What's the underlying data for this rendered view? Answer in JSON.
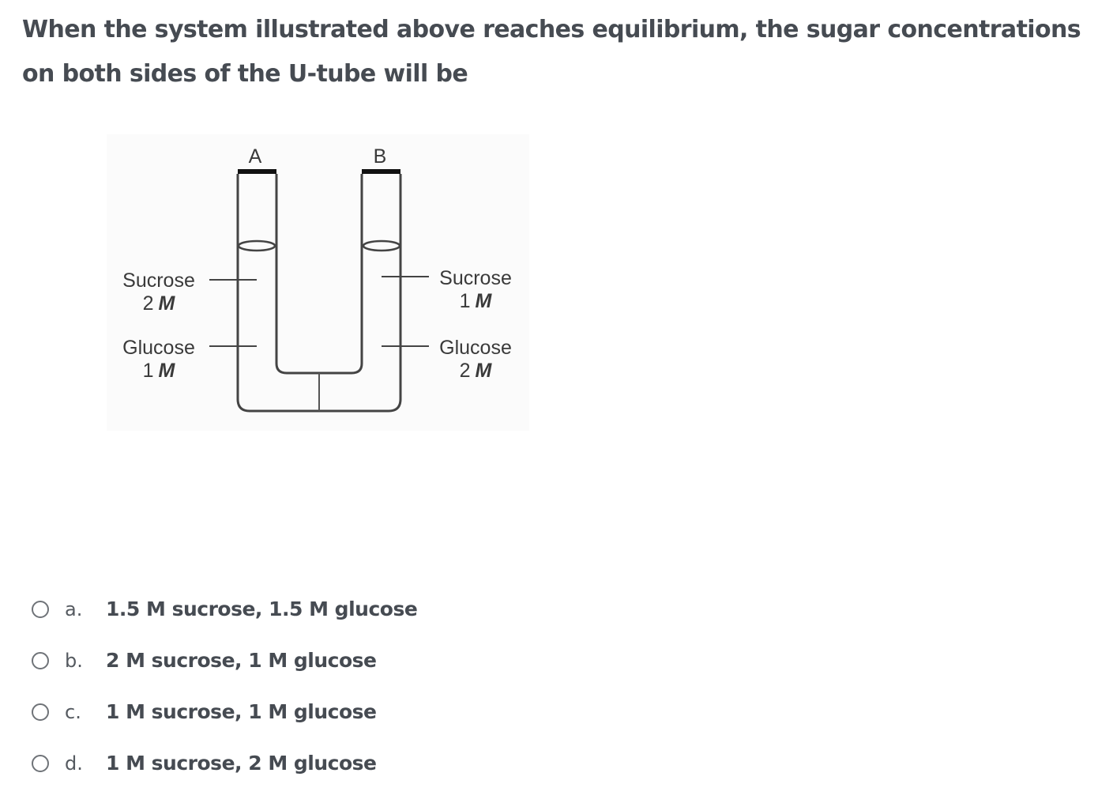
{
  "question": {
    "text": "When the system illustrated above reaches equilibrium, the sugar concentrations on both sides of the U-tube will be"
  },
  "figure": {
    "label_a": "A",
    "label_b": "B",
    "left": {
      "sucrose_label": "Sucrose",
      "sucrose_value": "2",
      "glucose_label": "Glucose",
      "glucose_value": "1",
      "unit": "M"
    },
    "right": {
      "sucrose_label": "Sucrose",
      "sucrose_value": "1",
      "glucose_label": "Glucose",
      "glucose_value": "2",
      "unit": "M"
    }
  },
  "options": [
    {
      "letter": "a.",
      "text": "1.5 M sucrose, 1.5 M glucose"
    },
    {
      "letter": "b.",
      "text": "2 M sucrose, 1 M glucose"
    },
    {
      "letter": "c.",
      "text": "1 M sucrose, 1 M glucose"
    },
    {
      "letter": "d.",
      "text": "1 M sucrose, 2 M glucose"
    }
  ]
}
